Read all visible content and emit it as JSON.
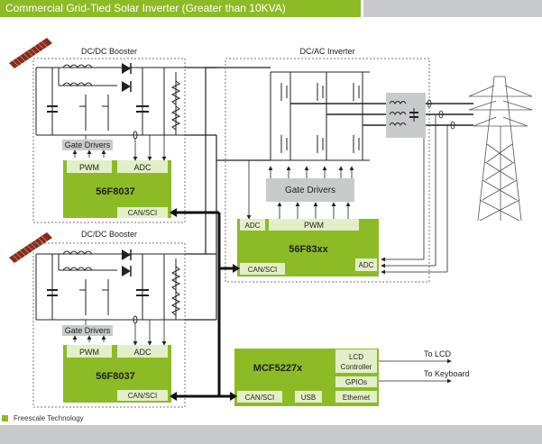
{
  "title": "Commercial Grid-Tied Solar Inverter (Greater than 10KVA)",
  "legend": {
    "label": "Freescale Technology",
    "color": "#8cbb26"
  },
  "colors": {
    "freescale_green": "#8cbb26",
    "gray_block": "#c8cacb",
    "line": "#222222"
  },
  "boosters": [
    {
      "label": "DC/DC Booster",
      "gate_drivers": "Gate Drivers",
      "pwm": "PWM",
      "adc": "ADC",
      "chip": "56F8037",
      "port": "CAN/SCI"
    },
    {
      "label": "DC/DC Booster",
      "gate_drivers": "Gate Drivers",
      "pwm": "PWM",
      "adc": "ADC",
      "chip": "56F8037",
      "port": "CAN/SCI"
    }
  ],
  "inverter": {
    "label": "DC/AC Inverter",
    "gate_drivers": "Gate Drivers",
    "adc_left": "ADC",
    "pwm": "PWM",
    "chip": "56F83xx",
    "port": "CAN/SCI",
    "adc_right": "ADC"
  },
  "mcu": {
    "chip": "MCF5227x",
    "port": "CAN/SCI",
    "usb": "USB",
    "lcd": "LCD Controller",
    "lcd_line1": "LCD",
    "lcd_line2": "Controller",
    "gpios": "GPIOs",
    "ethernet": "Ethernet",
    "to_lcd": "To LCD",
    "to_keyboard": "To Keyboard"
  },
  "icons": [
    "solar-panel-icon",
    "transmission-tower-icon",
    "filter-inductor-capacitor-icon"
  ]
}
